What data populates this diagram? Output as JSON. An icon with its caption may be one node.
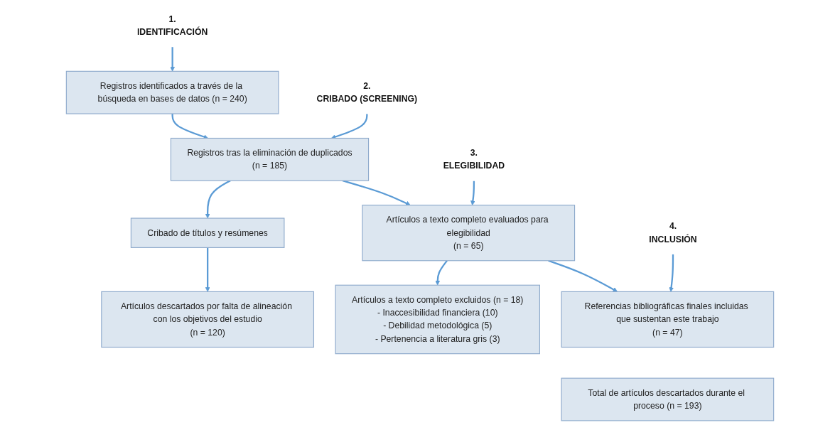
{
  "diagram": {
    "nodes": [
      {
        "text": [
          "1.",
          "IDENTIFICACIÓN"
        ]
      },
      {
        "text": [
          "Registros identificados a través de la búsqueda en bases de datos (n = 240)"
        ]
      },
      {
        "text": [
          "2.",
          "CRIBADO (SCREENING)"
        ]
      },
      {
        "text": [
          "Registros tras la eliminación de duplicados",
          "(n = 185)"
        ]
      },
      {
        "text": [
          "Cribado de títulos y resúmenes"
        ]
      },
      {
        "text": [
          "Artículos descartados por falta de alineación con los objetivos del estudio",
          "(n = 120)"
        ]
      },
      {
        "text": [
          "3.",
          "ELEGIBILIDAD"
        ]
      },
      {
        "text": [
          "Artículos a texto completo evaluados para elegibilidad",
          "(n = 65)"
        ]
      },
      {
        "text": [
          "Artículos a texto completo excluidos (n = 18)",
          "- Inaccesibilidad financiera (10)",
          "- Debilidad metodológica (5)",
          "- Pertenencia a literatura gris (3)"
        ]
      },
      {
        "text": [
          "4.",
          "INCLUSIÓN"
        ]
      },
      {
        "text": [
          "Referencias bibliográficas finales incluidas que sustentan este trabajo",
          "(n = 47)"
        ]
      },
      {
        "text": [
          "Total de artículos descartados durante el proceso (n = 193)"
        ]
      }
    ],
    "edges": [
      {
        "from": 0,
        "to": 1,
        "arrow": "to"
      },
      {
        "from": 2,
        "to": 3,
        "arrow": "to"
      },
      {
        "from": 6,
        "to": 7,
        "arrow": "to"
      },
      {
        "from": 9,
        "to": 10,
        "arrow": "to"
      },
      {
        "from": 1,
        "to": 3,
        "arrow": "to"
      },
      {
        "from": 3,
        "to": 4,
        "arrow": "to"
      },
      {
        "from": 4,
        "to": 5,
        "arrow": "to"
      },
      {
        "from": 3,
        "to": 7,
        "arrow": "to"
      },
      {
        "from": 7,
        "to": 8,
        "arrow": "to"
      },
      {
        "from": 7,
        "to": 10,
        "arrow": "to"
      }
    ]
  }
}
